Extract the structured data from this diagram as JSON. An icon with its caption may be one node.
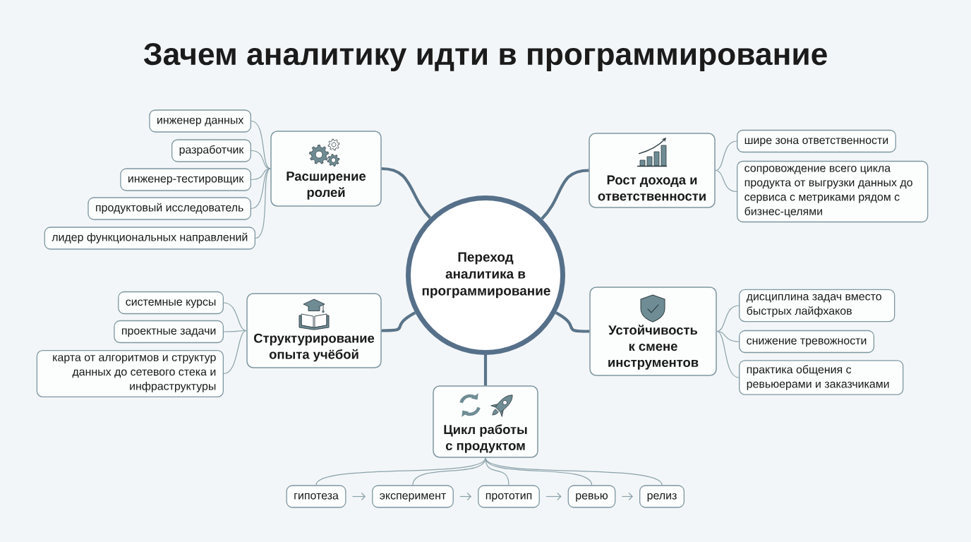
{
  "diagram": {
    "title": "Зачем аналитику идти в программирование",
    "nodes": [
      {
        "text": [
          "Переход аналитика в программирование"
        ]
      },
      {
        "text": [
          "Расширение ролей"
        ]
      },
      {
        "text": [
          "инженер данных"
        ]
      },
      {
        "text": [
          "разработчик"
        ]
      },
      {
        "text": [
          "инженер-тестировщик"
        ]
      },
      {
        "text": [
          "продуктовый исследователь"
        ]
      },
      {
        "text": [
          "лидер функциональных направлений"
        ]
      },
      {
        "text": [
          "Рост дохода и ответственности"
        ]
      },
      {
        "text": [
          "шире зона ответственности"
        ]
      },
      {
        "text": [
          "сопровождение всего цикла продукта от выгрузки данных до сервиса с метриками рядом с бизнес-целями"
        ]
      },
      {
        "text": [
          "Структурирование опыта учёбой"
        ]
      },
      {
        "text": [
          "системные курсы"
        ]
      },
      {
        "text": [
          "проектные задачи"
        ]
      },
      {
        "text": [
          "карта от алгоритмов и структур данных до сетевого стека и инфраструктуры"
        ]
      },
      {
        "text": [
          "Устойчивость к смене инструментов"
        ]
      },
      {
        "text": [
          "дисциплина задач вместо быстрых лайфхаков"
        ]
      },
      {
        "text": [
          "снижение тревожности"
        ]
      },
      {
        "text": [
          "практика общения с ревьюерами и заказчиками"
        ]
      },
      {
        "text": [
          "Цикл работы с продуктом"
        ]
      },
      {
        "text": [
          "гипотеза"
        ]
      },
      {
        "text": [
          "эксперимент"
        ]
      },
      {
        "text": [
          "прототип"
        ]
      },
      {
        "text": [
          "ревью"
        ]
      },
      {
        "text": [
          "релиз"
        ]
      }
    ],
    "edges": [
      {
        "from": 0,
        "to": 1,
        "arrow": "none",
        "style": "thick",
        "color": "#5a7489"
      },
      {
        "from": 0,
        "to": 7,
        "arrow": "none",
        "style": "thick",
        "color": "#5a7489"
      },
      {
        "from": 0,
        "to": 10,
        "arrow": "none",
        "style": "thick",
        "color": "#5a7489"
      },
      {
        "from": 0,
        "to": 14,
        "arrow": "none",
        "style": "thick",
        "color": "#5a7489"
      },
      {
        "from": 0,
        "to": 18,
        "arrow": "none",
        "style": "thick",
        "color": "#5a7489"
      },
      {
        "from": 1,
        "to": 2,
        "arrow": "none"
      },
      {
        "from": 1,
        "to": 3,
        "arrow": "none"
      },
      {
        "from": 1,
        "to": 4,
        "arrow": "none"
      },
      {
        "from": 1,
        "to": 5,
        "arrow": "none"
      },
      {
        "from": 1,
        "to": 6,
        "arrow": "none"
      },
      {
        "from": 7,
        "to": 8,
        "arrow": "none"
      },
      {
        "from": 7,
        "to": 9,
        "arrow": "none"
      },
      {
        "from": 10,
        "to": 11,
        "arrow": "none"
      },
      {
        "from": 10,
        "to": 12,
        "arrow": "none"
      },
      {
        "from": 10,
        "to": 13,
        "arrow": "none"
      },
      {
        "from": 14,
        "to": 15,
        "arrow": "none"
      },
      {
        "from": 14,
        "to": 16,
        "arrow": "none"
      },
      {
        "from": 14,
        "to": 17,
        "arrow": "none"
      },
      {
        "from": 18,
        "to": 19,
        "arrow": "none"
      },
      {
        "from": 18,
        "to": 20,
        "arrow": "none"
      },
      {
        "from": 18,
        "to": 21,
        "arrow": "none"
      },
      {
        "from": 18,
        "to": 22,
        "arrow": "none"
      },
      {
        "from": 18,
        "to": 23,
        "arrow": "none"
      },
      {
        "from": 19,
        "to": 20,
        "arrow": "to"
      },
      {
        "from": 20,
        "to": 21,
        "arrow": "to"
      },
      {
        "from": 21,
        "to": 22,
        "arrow": "to"
      },
      {
        "from": 22,
        "to": 23,
        "arrow": "to"
      }
    ]
  }
}
